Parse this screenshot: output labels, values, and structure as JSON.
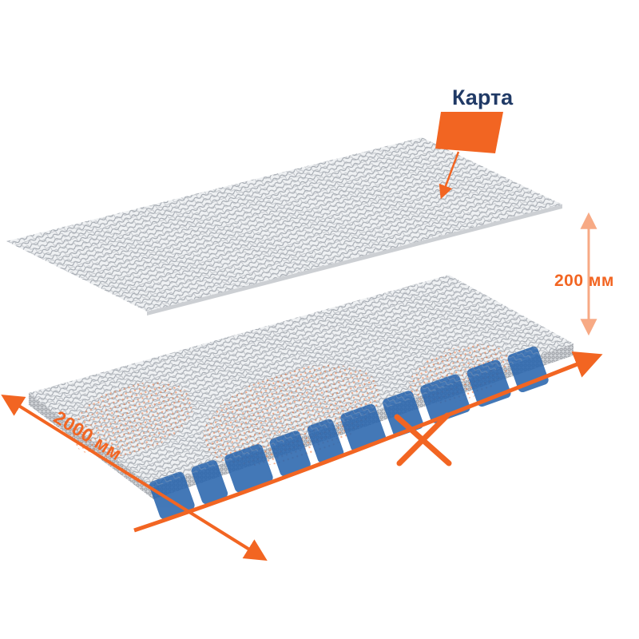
{
  "illustration": {
    "callout": {
      "label": "Карта"
    },
    "dimensions": {
      "length_label": "2000 мм",
      "height_label": "200 мм"
    }
  },
  "colors": {
    "accent_orange": "#F26522",
    "watermark_blue": "#2A66AE",
    "mesh_gray": "#A9ADB3",
    "mesh_gray_light": "#C2C6CC",
    "callout_text": "#203A66",
    "background": "#FFFFFF"
  }
}
